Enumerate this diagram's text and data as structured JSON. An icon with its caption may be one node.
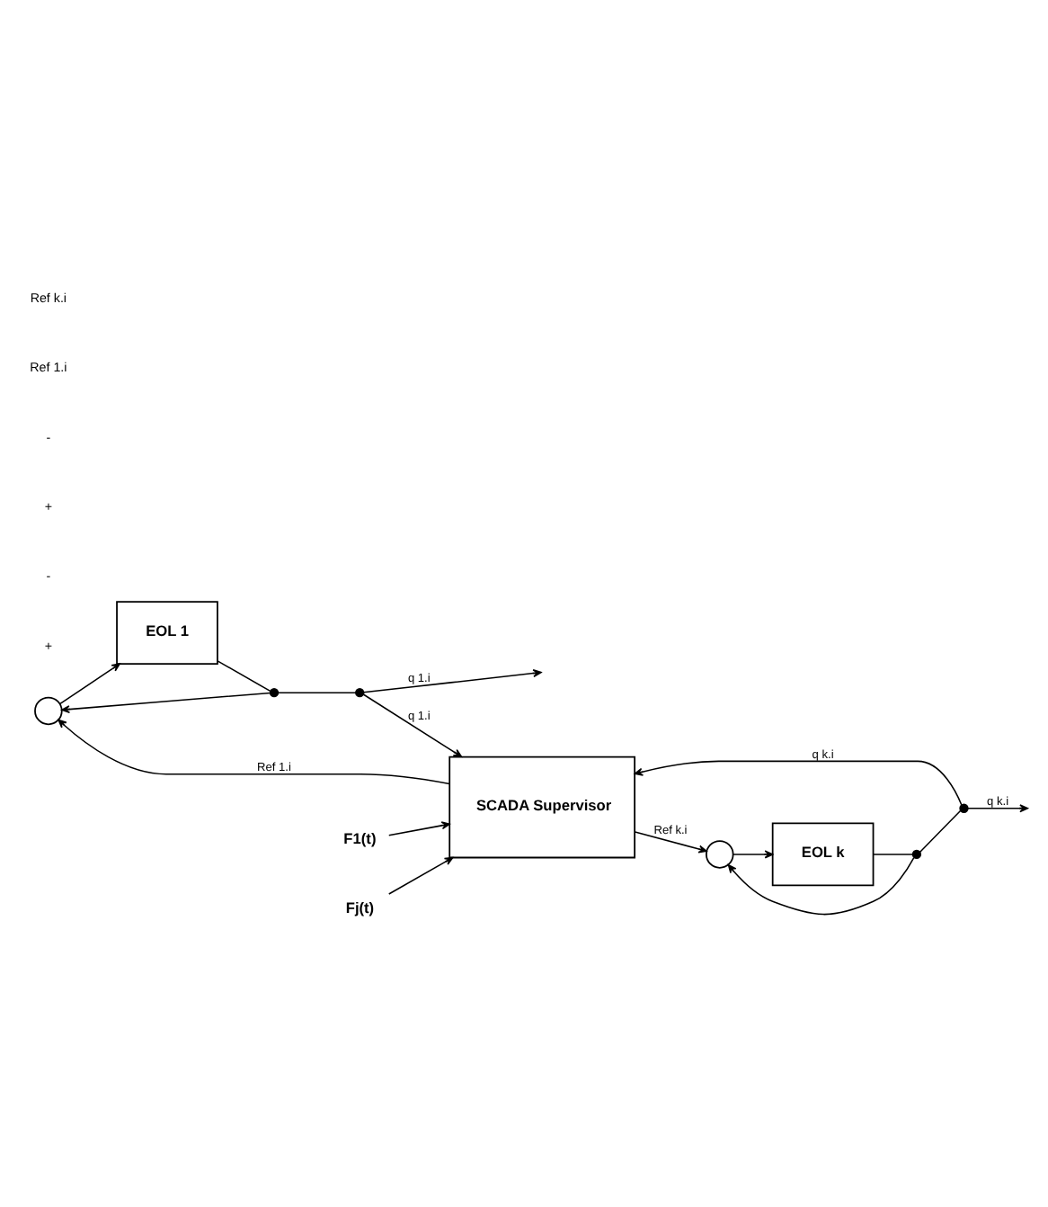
{
  "diagram": {
    "nodes": [
      {
        "text": [],
        "shape": "circle"
      },
      {
        "text": [
          "EOL 1"
        ]
      },
      {
        "text": [],
        "shape": "dot"
      },
      {
        "text": [],
        "shape": "dot"
      },
      {
        "text": [],
        "shape": "circle"
      },
      {
        "text": [
          "EOL k"
        ]
      },
      {
        "text": [],
        "shape": "dot"
      },
      {
        "text": [],
        "shape": "dot"
      },
      {
        "text": [
          "F1(t)"
        ]
      },
      {
        "text": [
          "Fj(t)"
        ]
      },
      {
        "text": [
          "SCADA Supervisor"
        ]
      }
    ],
    "edges": [
      {
        "from": 10,
        "to": 0,
        "arrow": "to",
        "label": "Ref 1.i"
      },
      {
        "from": 0,
        "to": 1,
        "arrow": "to"
      },
      {
        "from": 1,
        "to": 2,
        "arrow": "none"
      },
      {
        "from": 2,
        "to": 3,
        "arrow": "none"
      },
      {
        "from": 3,
        "to": null,
        "arrow": "to",
        "label": "q 1.i"
      },
      {
        "from": 2,
        "to": 0,
        "arrow": "to"
      },
      {
        "from": 10,
        "to": 4,
        "arrow": "to",
        "label": "Ref k.i"
      },
      {
        "from": 4,
        "to": 5,
        "arrow": "to"
      },
      {
        "from": 5,
        "to": 6,
        "arrow": "none"
      },
      {
        "from": 6,
        "to": 7,
        "arrow": "none"
      },
      {
        "from": 7,
        "to": null,
        "arrow": "to",
        "label": "q k.i"
      },
      {
        "from": 6,
        "to": 4,
        "arrow": "to"
      },
      {
        "from": 3,
        "to": 10,
        "arrow": "to",
        "label": "q 1.i"
      },
      {
        "from": 7,
        "to": 10,
        "arrow": "to",
        "label": "q k.i"
      },
      {
        "from": 8,
        "to": 10,
        "arrow": "to"
      },
      {
        "from": 9,
        "to": 10,
        "arrow": "to"
      }
    ],
    "labels": [
      "+",
      "-",
      "+",
      "-",
      "Ref 1.i",
      "Ref k.i"
    ]
  }
}
